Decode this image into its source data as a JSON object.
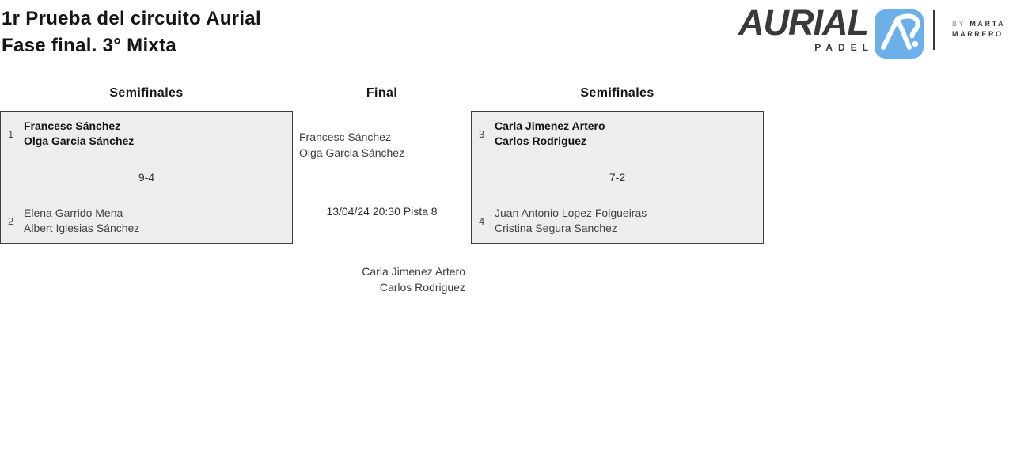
{
  "page": {
    "title_line1": "1r Prueba del circuito Aurial",
    "title_line2": "Fase final. 3° Mixta"
  },
  "logo": {
    "brand": "AURIAL",
    "tagline": "PADEL",
    "by_prefix": "BY",
    "by_name_top": "MARTA",
    "by_name_bottom": "MARRERO",
    "icon": "aurial-ar-monogram-icon",
    "icon_bg_color": "#6bb0e8",
    "brand_color": "#39393b"
  },
  "bracket": {
    "round_headers": {
      "left": "Semifinales",
      "center": "Final",
      "right": "Semifinales"
    },
    "semifinal_left": {
      "team1": {
        "seed": "1",
        "player1": "Francesc Sánchez",
        "player2": "Olga Garcia Sánchez",
        "winner": true
      },
      "score": "9-4",
      "team2": {
        "seed": "2",
        "player1": "Elena Garrido Mena",
        "player2": "Albert Iglesias Sánchez",
        "winner": false
      }
    },
    "semifinal_right": {
      "team1": {
        "seed": "3",
        "player1": "Carla Jimenez Artero",
        "player2": "Carlos Rodriguez",
        "winner": true
      },
      "score": "7-2",
      "team2": {
        "seed": "4",
        "player1": "Juan Antonio Lopez Folgueiras",
        "player2": "Cristina Segura Sanchez",
        "winner": false
      }
    },
    "final": {
      "top_team_player1": "Francesc Sánchez",
      "top_team_player2": "Olga Garcia Sánchez",
      "schedule": "13/04/24 20:30 Pista 8",
      "bottom_team_player1": "Carla Jimenez Artero",
      "bottom_team_player2": "Carlos Rodriguez"
    }
  },
  "colors": {
    "box_bg": "#ededed",
    "box_border": "#3f3f3f",
    "accent_blue": "#6bb0e8"
  }
}
